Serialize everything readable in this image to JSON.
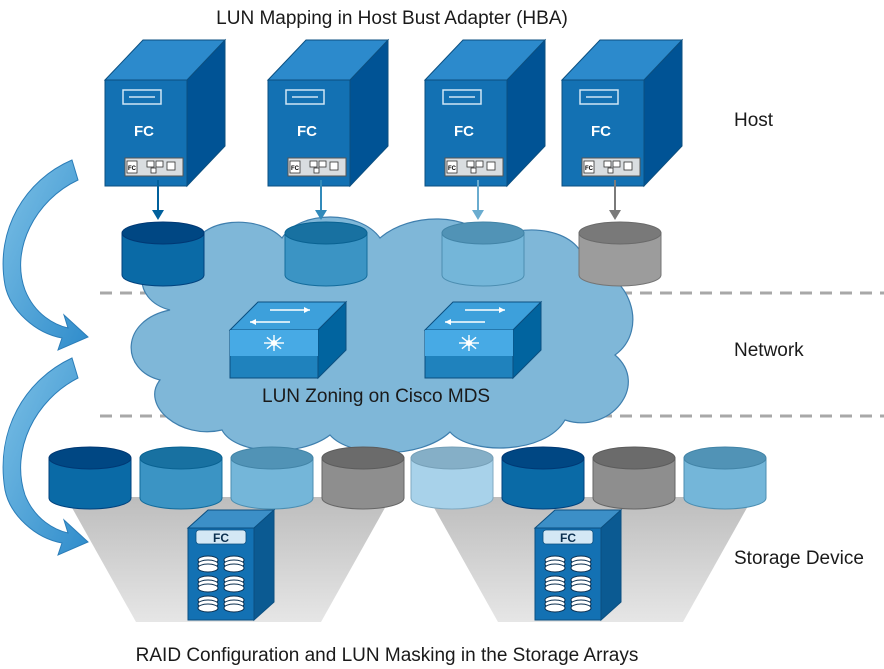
{
  "title": "LUN Mapping in Host Bust Adapter (HBA)",
  "footer": "RAID Configuration and LUN Masking in the Storage Arrays",
  "layers": {
    "host": "Host",
    "network": "Network",
    "storage": "Storage Device"
  },
  "network_caption": "LUN Zoning on Cisco MDS",
  "hosts": [
    {
      "label": "FC",
      "card_label": "FC",
      "lun_color": "#0a6aa6"
    },
    {
      "label": "FC",
      "card_label": "FC",
      "lun_color": "#3b94c4"
    },
    {
      "label": "FC",
      "card_label": "FC",
      "lun_color": "#74b6d9"
    },
    {
      "label": "FC",
      "card_label": "FC",
      "lun_color": "#9c9c9c"
    }
  ],
  "arrays": [
    {
      "label": "FC",
      "disk_colors": [
        "#0a6aa6",
        "#3b94c4",
        "#74b6d9",
        "#8e8e8e"
      ]
    },
    {
      "label": "FC",
      "disk_colors": [
        "#a8d2ea",
        "#0a6aa6",
        "#8e8e8e",
        "#74b6d9"
      ]
    }
  ],
  "colors": {
    "server": "#1371b3",
    "cloud": "#7fb7d8",
    "switch": "#1f82bd",
    "arrow": "#3d99cf"
  }
}
